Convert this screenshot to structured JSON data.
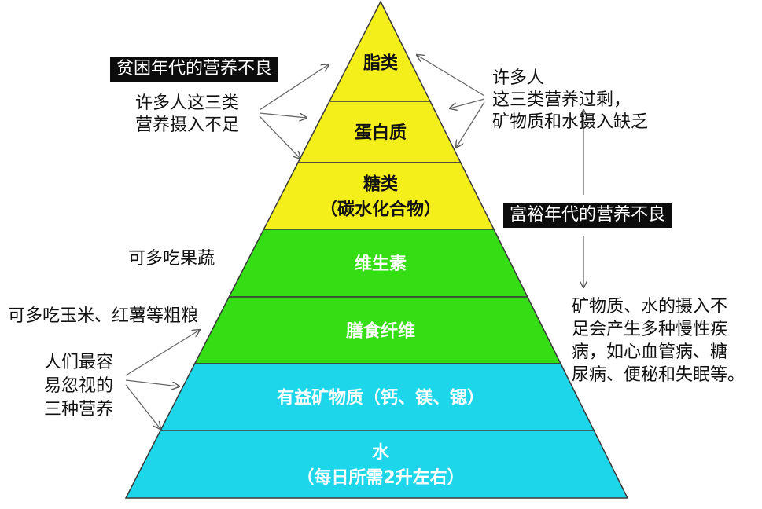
{
  "pyramid": {
    "layers": [
      {
        "lines": [
          "脂类"
        ],
        "color": "#f4ee1b",
        "text_color": "#111111"
      },
      {
        "lines": [
          "蛋白质"
        ],
        "color": "#f4ee1b",
        "text_color": "#111111"
      },
      {
        "lines": [
          "糖类",
          "（碳水化合物）"
        ],
        "color": "#f4ee1b",
        "text_color": "#111111"
      },
      {
        "lines": [
          "维生素"
        ],
        "color": "#34dd14",
        "text_color": "#ffffff"
      },
      {
        "lines": [
          "膳食纤维"
        ],
        "color": "#34dd14",
        "text_color": "#ffffff"
      },
      {
        "lines": [
          "有益矿物质（钙、镁、锶）"
        ],
        "color": "#1ed6e9",
        "text_color": "#ffffff"
      },
      {
        "lines": [
          "水",
          "（每日所需2升左右）"
        ],
        "color": "#1ed6e9",
        "text_color": "#ffffff"
      }
    ]
  },
  "left": {
    "poor_era_label": "贫困年代的营养不良",
    "insufficient_note": [
      "许多人这三类",
      "营养摄入不足"
    ],
    "fruit_veg_note": "可多吃果蔬",
    "coarse_grain_note": "可多吃玉米、红薯等粗粮",
    "neglected_note": [
      "人们最容",
      "易忽视的",
      "三种营养"
    ]
  },
  "right": {
    "excess_note": [
      "许多人",
      "这三类营养过剩，",
      "矿物质和水摄入缺乏"
    ],
    "rich_era_label": "富裕年代的营养不良",
    "disease_note": [
      "矿物质、水的摄入不",
      "足会产生多种慢性疾",
      "病，如心血管病、糖",
      "尿病、便秘和失眠等。"
    ]
  }
}
